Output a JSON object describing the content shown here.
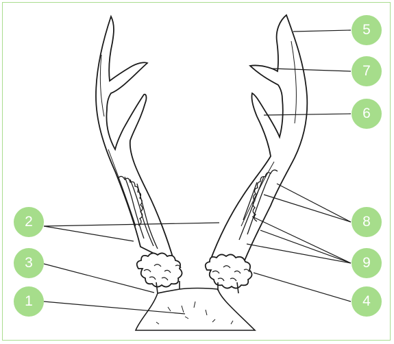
{
  "figure": {
    "badge_color": "#a6dd8b",
    "frame_color": "#a9dc8f",
    "line_color": "#1a1a1a",
    "labels": [
      {
        "id": "label-1",
        "text": "1"
      },
      {
        "id": "label-2",
        "text": "2"
      },
      {
        "id": "label-3",
        "text": "3"
      },
      {
        "id": "label-4",
        "text": "4"
      },
      {
        "id": "label-5",
        "text": "5"
      },
      {
        "id": "label-6",
        "text": "6"
      },
      {
        "id": "label-7",
        "text": "7"
      },
      {
        "id": "label-8",
        "text": "8"
      },
      {
        "id": "label-9",
        "text": "9"
      }
    ]
  }
}
